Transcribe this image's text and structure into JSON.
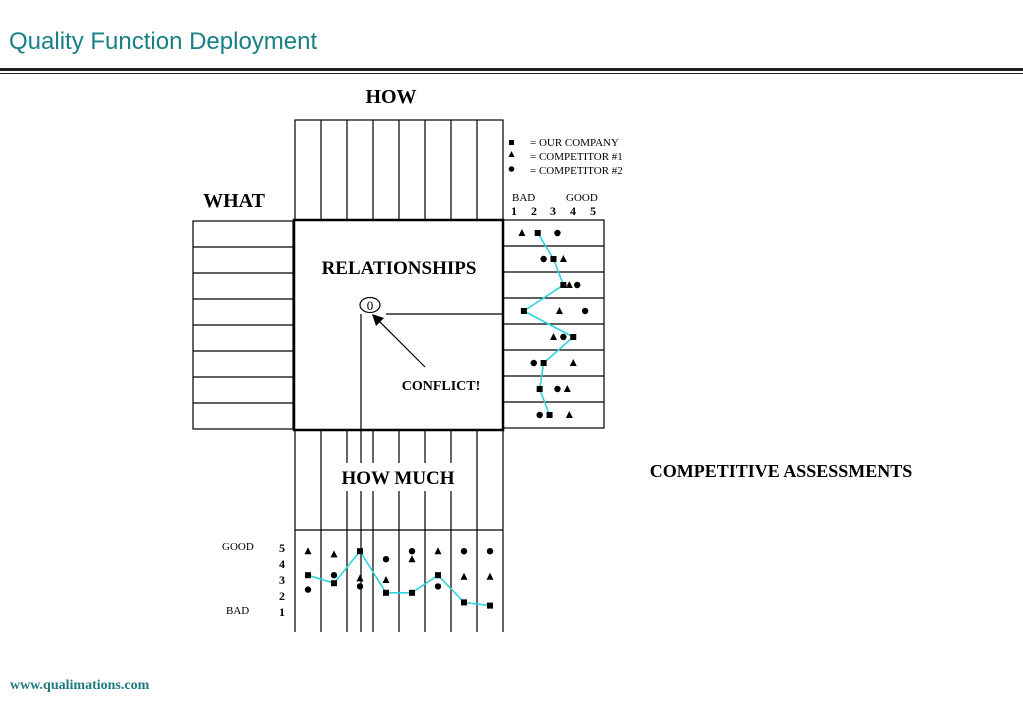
{
  "slide": {
    "title": "Quality Function Deployment",
    "footer": "www.qualimations.com"
  },
  "house": {
    "how": "HOW",
    "what": "WHAT",
    "relationships": "RELATIONSHIPS",
    "conflict_symbol": "0",
    "conflict": "CONFLICT!",
    "how_much": "HOW MUCH",
    "competitive_assessments": "COMPETITIVE ASSESSMENTS"
  },
  "legend": [
    {
      "symbol": "square",
      "label": "= OUR COMPANY"
    },
    {
      "symbol": "triangle",
      "label": "= COMPETITOR #1"
    },
    {
      "symbol": "circle",
      "label": "= COMPETITOR #2"
    }
  ],
  "right_scale": {
    "bad": "BAD",
    "good": "GOOD",
    "ticks": [
      "1",
      "2",
      "3",
      "4",
      "5"
    ]
  },
  "bottom_scale": {
    "good": "GOOD",
    "bad": "BAD",
    "ticks": [
      "5",
      "4",
      "3",
      "2",
      "1"
    ]
  },
  "chart_data": [
    {
      "type": "scatter",
      "name": "customer competitive assessment",
      "rows": 8,
      "scale": [
        1,
        5
      ],
      "series": [
        {
          "symbol": "square",
          "values": [
            2.2,
            3.0,
            3.5,
            1.5,
            4.0,
            2.5,
            2.3,
            2.8
          ]
        },
        {
          "symbol": "triangle",
          "values": [
            1.4,
            3.5,
            3.8,
            3.3,
            3.0,
            4.0,
            3.7,
            3.8
          ]
        },
        {
          "symbol": "circle",
          "values": [
            3.2,
            2.5,
            4.2,
            4.6,
            3.5,
            2.0,
            3.2,
            2.3
          ]
        }
      ]
    },
    {
      "type": "scatter",
      "name": "technical competitive assessment",
      "columns": 8,
      "scale": [
        1,
        5
      ],
      "series": [
        {
          "symbol": "square",
          "values": [
            3.3,
            2.8,
            4.8,
            2.2,
            2.2,
            3.3,
            1.6,
            1.4
          ]
        },
        {
          "symbol": "triangle",
          "values": [
            4.8,
            4.6,
            3.1,
            3.0,
            4.3,
            4.8,
            3.2,
            3.2
          ]
        },
        {
          "symbol": "circle",
          "values": [
            2.4,
            3.3,
            2.6,
            4.3,
            4.8,
            2.6,
            4.8,
            4.8
          ]
        }
      ]
    }
  ]
}
